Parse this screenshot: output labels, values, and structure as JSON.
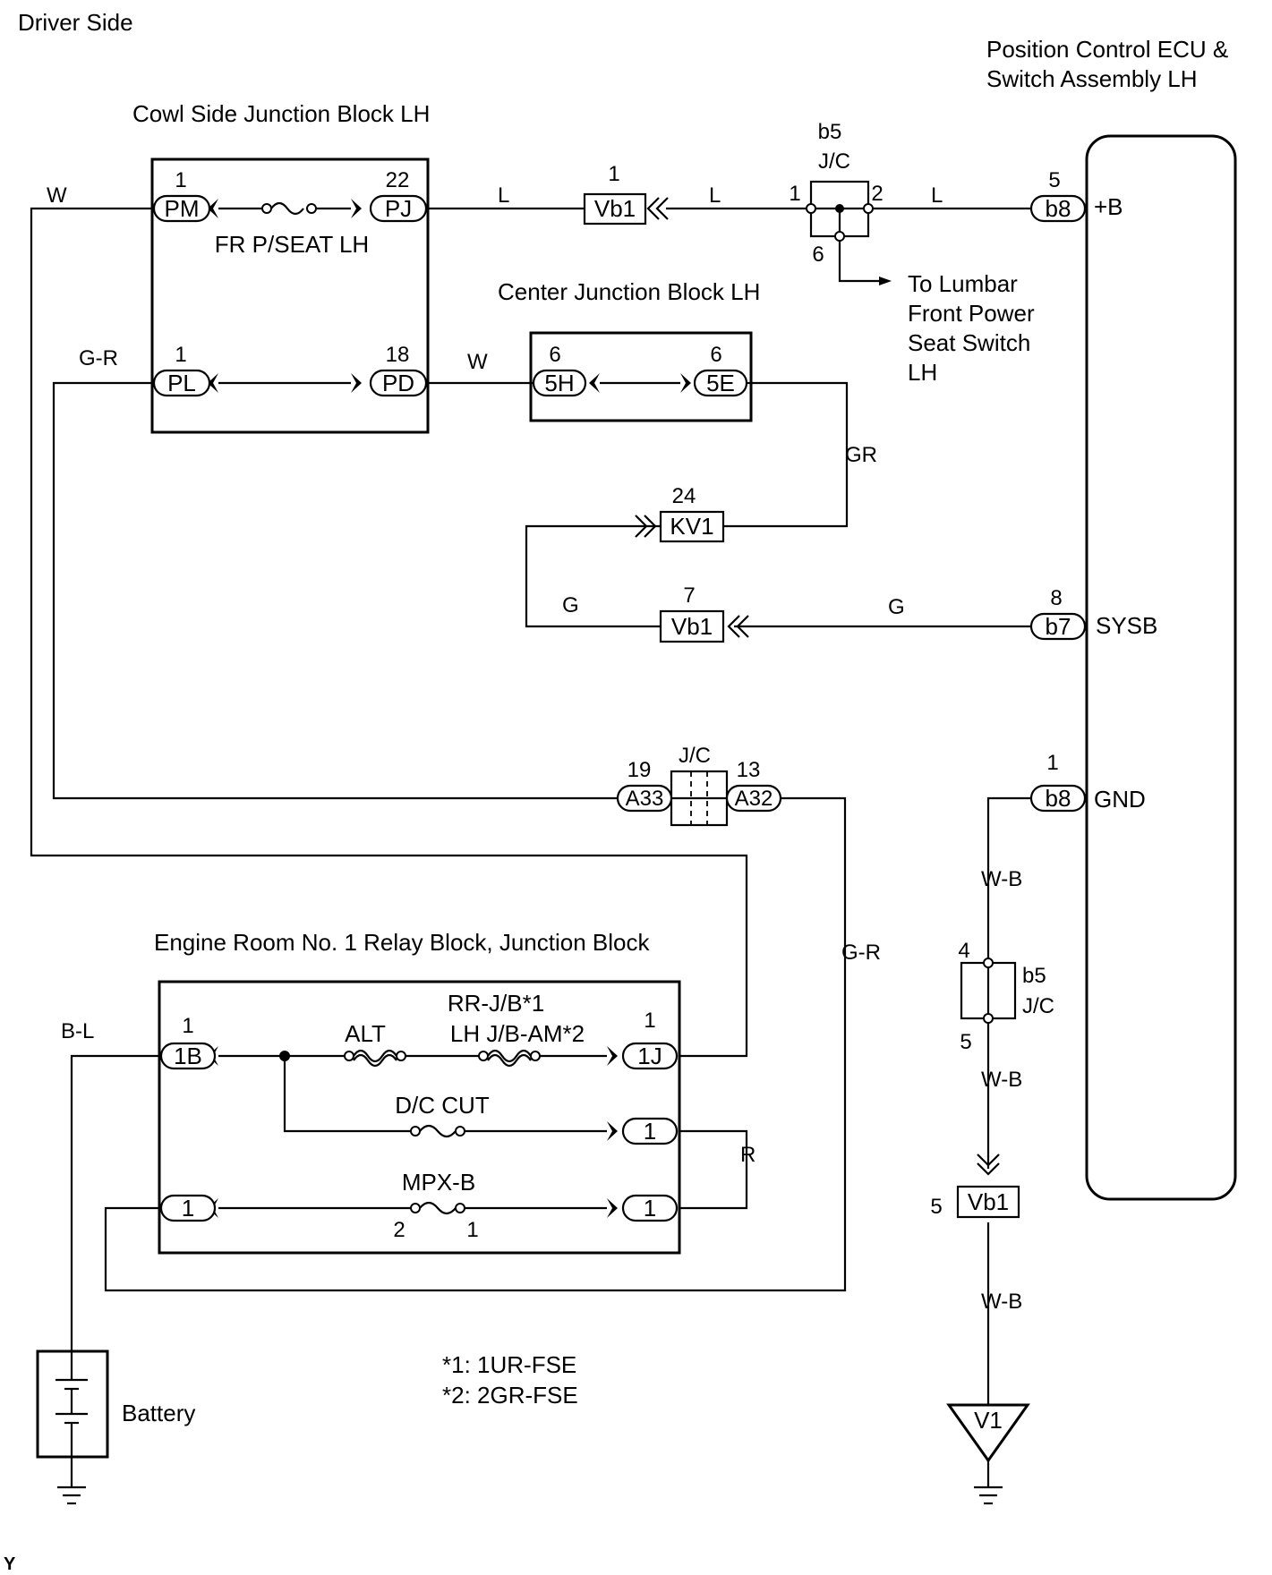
{
  "page_label": "Driver Side",
  "corner_mark": "Y",
  "blocks": {
    "cowl_side": "Cowl Side Junction Block LH",
    "center": "Center Junction Block LH",
    "engine_room": "Engine Room No. 1 Relay Block, Junction Block",
    "ecu_line1": "Position Control ECU &",
    "ecu_line2": "Switch Assembly LH",
    "battery": "Battery"
  },
  "fuses": {
    "fr_pseat": "FR P/SEAT LH",
    "alt": "ALT",
    "rr_jb": "RR-J/B*1",
    "lh_jb_am": "LH J/B-AM*2",
    "dc_cut": "D/C CUT",
    "mpx_b": "MPX-B",
    "mpx_pin_left": "2",
    "mpx_pin_right": "1"
  },
  "connectors": {
    "pm": {
      "code": "PM",
      "pin": "1"
    },
    "pj": {
      "code": "PJ",
      "pin": "22"
    },
    "pl": {
      "code": "PL",
      "pin": "1"
    },
    "pd": {
      "code": "PD",
      "pin": "18"
    },
    "c5h": {
      "code": "5H",
      "pin": "6"
    },
    "c5e": {
      "code": "5E",
      "pin": "6"
    },
    "kv1": {
      "code": "KV1",
      "pin": "24"
    },
    "vb1_top": {
      "code": "Vb1",
      "pin": "1"
    },
    "vb1_mid": {
      "code": "Vb1",
      "pin": "7"
    },
    "vb1_low": {
      "code": "Vb1",
      "pin": "5"
    },
    "b8_top": {
      "code": "b8",
      "pin": "5",
      "signal": "+B"
    },
    "b7": {
      "code": "b7",
      "pin": "8",
      "signal": "SYSB"
    },
    "b8_gnd": {
      "code": "b8",
      "pin": "1",
      "signal": "GND"
    },
    "a33": {
      "code": "A33",
      "pin": "19"
    },
    "a32": {
      "code": "A32",
      "pin": "13"
    },
    "c1b": {
      "code": "1B",
      "pin": "1"
    },
    "c1j": {
      "code": "1J",
      "pin": "1"
    },
    "dc_out": {
      "code": "1"
    },
    "mpx_in": {
      "code": "1"
    },
    "mpx_out": {
      "code": "1"
    }
  },
  "jc_top": {
    "name": "b5",
    "type": "J/C",
    "pin_in": "1",
    "pin_out": "2",
    "pin_branch": "6"
  },
  "jc_mid": {
    "type": "J/C"
  },
  "jc_gnd": {
    "name": "b5",
    "type": "J/C",
    "pin_top": "4",
    "pin_bottom": "5"
  },
  "lumbar": [
    "To Lumbar",
    "Front Power",
    "Seat Switch",
    "LH"
  ],
  "ground": "V1",
  "wires": {
    "w_left": "W",
    "l1": "L",
    "l2": "L",
    "l3": "L",
    "gr_left": "G-R",
    "w_mid": "W",
    "gr": "GR",
    "g1": "G",
    "g2": "G",
    "gr_right": "G-R",
    "bl": "B-L",
    "r": "R",
    "wb1": "W-B",
    "wb2": "W-B",
    "wb3": "W-B"
  },
  "footnotes": [
    "*1: 1UR-FSE",
    "*2: 2GR-FSE"
  ],
  "colors": {
    "line": "#000000",
    "background": "#ffffff"
  }
}
